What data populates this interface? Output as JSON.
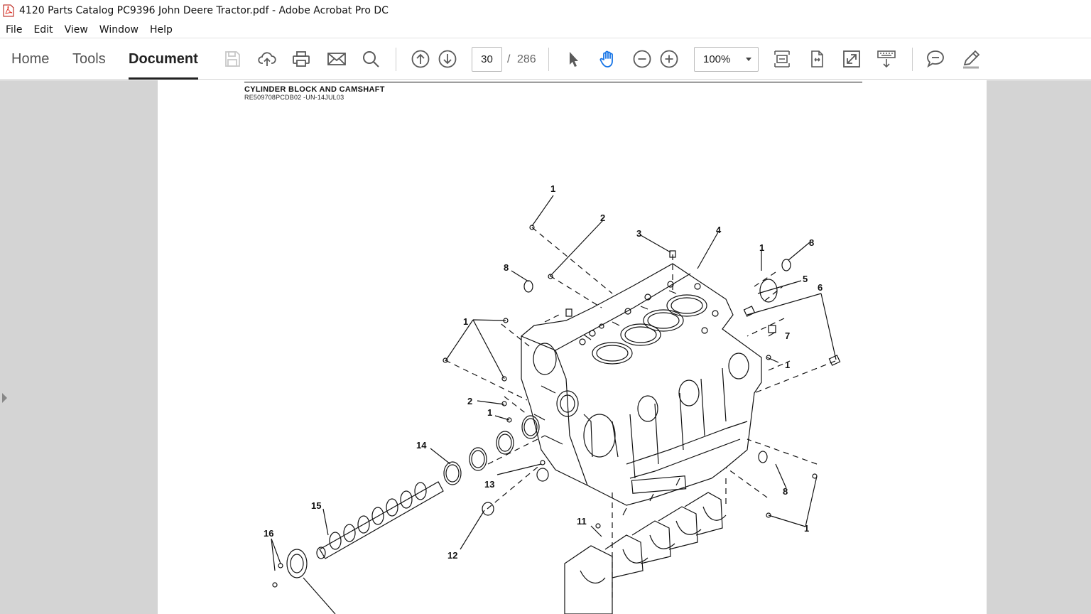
{
  "window": {
    "title": "4120 Parts Catalog PC9396 John Deere Tractor.pdf - Adobe Acrobat Pro DC"
  },
  "menu": [
    "File",
    "Edit",
    "View",
    "Window",
    "Help"
  ],
  "nav_tabs": [
    {
      "label": "Home",
      "active": false
    },
    {
      "label": "Tools",
      "active": false
    },
    {
      "label": "Document",
      "active": true
    }
  ],
  "toolbar": {
    "page_current": "30",
    "page_separator": "/",
    "page_total": "286",
    "zoom": "100%",
    "icons": [
      "save-icon",
      "upload-cloud-icon",
      "print-icon",
      "email-icon",
      "search-icon",
      "prev-page-icon",
      "next-page-icon",
      "select-cursor-icon",
      "hand-tool-icon",
      "zoom-out-icon",
      "zoom-in-icon",
      "fit-page-icon",
      "fit-width-icon",
      "fullscreen-icon",
      "keyboard-icon",
      "comment-icon",
      "highlight-pen-icon"
    ]
  },
  "document": {
    "heading": "CYLINDER BLOCK AND CAMSHAFT",
    "subheading": "RE509708PCDB02 -UN-14JUL03",
    "callouts": [
      "1",
      "2",
      "3",
      "4",
      "1",
      "8",
      "8",
      "5",
      "6",
      "1",
      "7",
      "1",
      "2",
      "1",
      "14",
      "13",
      "15",
      "16",
      "12",
      "11",
      "8",
      "1"
    ]
  },
  "colors": {
    "workspace_bg": "#d4d4d4",
    "toolbar_icon": "#5a5a5a",
    "hand_tool_active": "#1473e6"
  }
}
